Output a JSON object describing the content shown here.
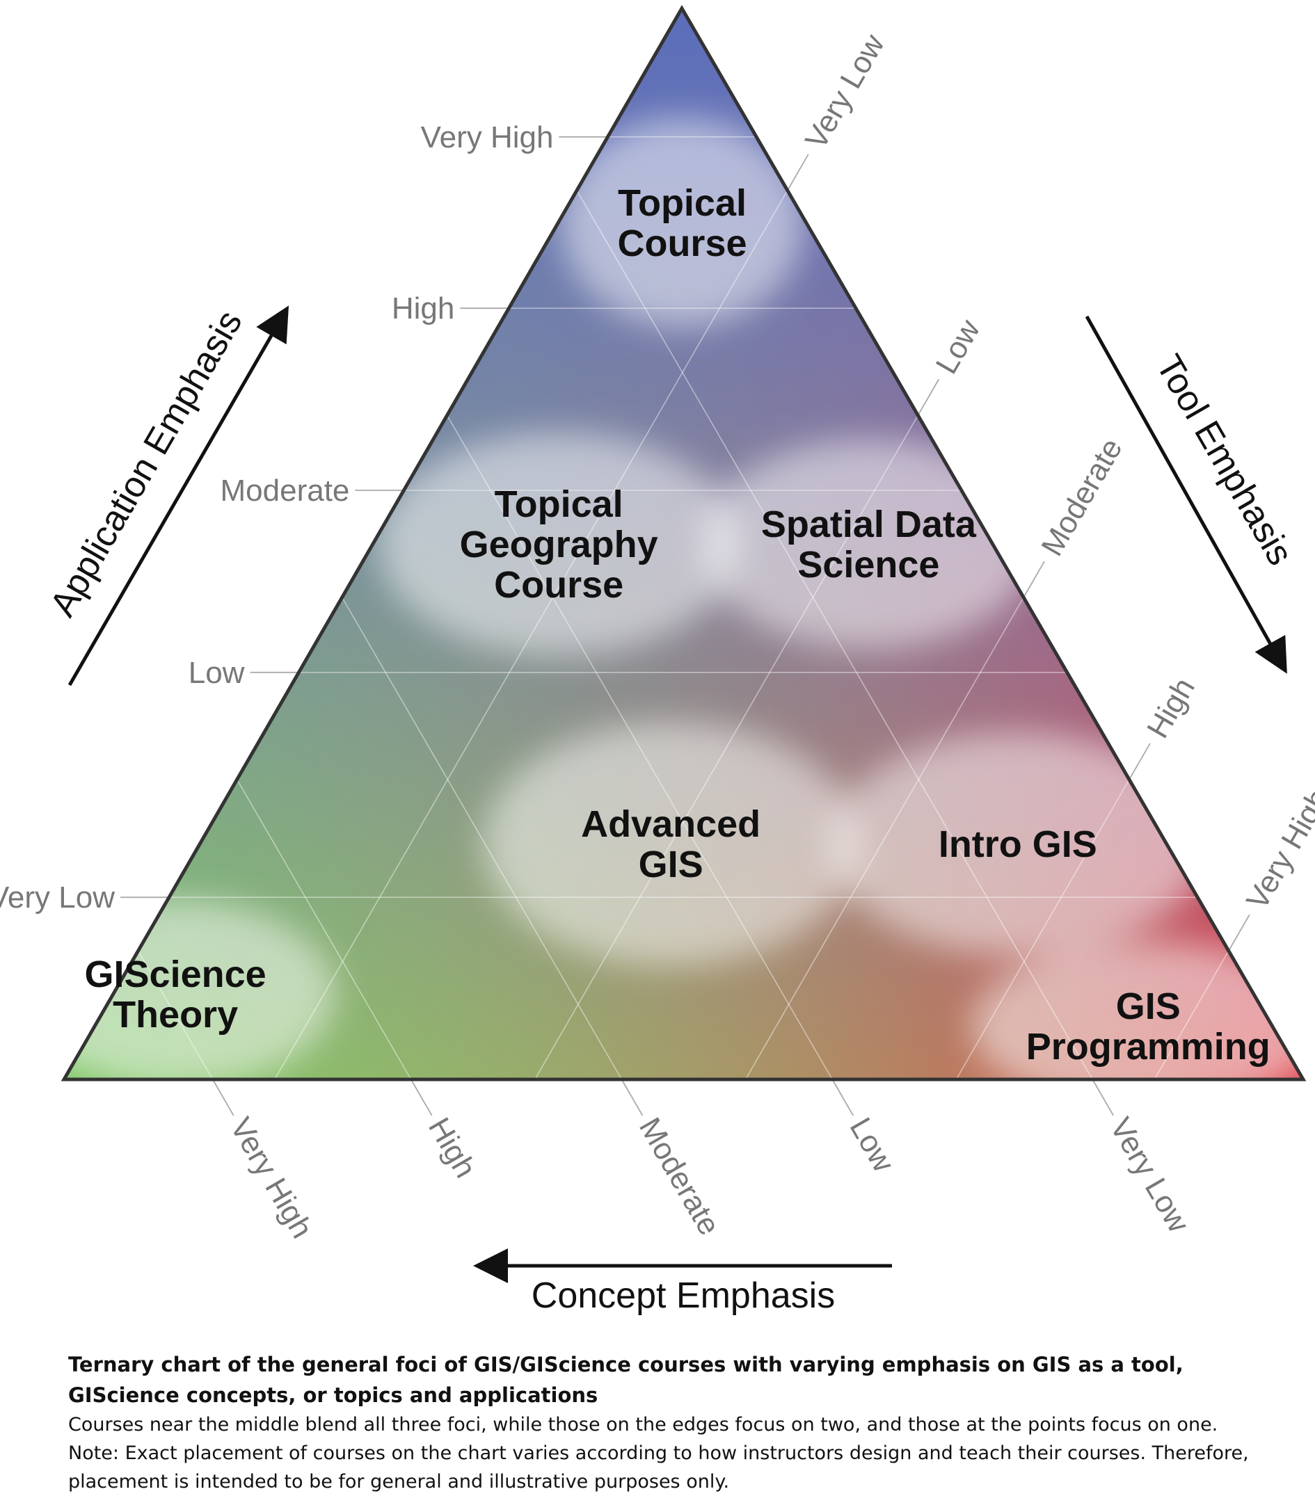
{
  "chart_data": {
    "type": "ternary",
    "title": "",
    "axes": {
      "application": {
        "label": "Application Emphasis",
        "ticks": [
          "Very High",
          "High",
          "Moderate",
          "Low",
          "Very Low"
        ]
      },
      "tool": {
        "label": "Tool Emphasis",
        "ticks": [
          "Very Low",
          "Low",
          "Moderate",
          "High",
          "Very High"
        ]
      },
      "concept": {
        "label": "Concept Emphasis",
        "ticks": [
          "Very High",
          "High",
          "Moderate",
          "Low",
          "Very Low"
        ]
      }
    },
    "corner_colors": {
      "application": "#5b6dbb",
      "tool": "#dd4048",
      "concept": "#7fc766"
    },
    "grid": true,
    "courses": [
      {
        "name": "Topical Course",
        "lines": [
          "Topical",
          "Course"
        ],
        "application": 0.8,
        "tool": 0.1,
        "concept": 0.1
      },
      {
        "name": "Topical Geography Course",
        "lines": [
          "Topical",
          "Geography",
          "Course"
        ],
        "application": 0.5,
        "tool": 0.15,
        "concept": 0.35
      },
      {
        "name": "Spatial Data Science",
        "lines": [
          "Spatial Data",
          "Science"
        ],
        "application": 0.5,
        "tool": 0.4,
        "concept": 0.1
      },
      {
        "name": "Advanced GIS",
        "lines": [
          "Advanced",
          "GIS"
        ],
        "application": 0.22,
        "tool": 0.38,
        "concept": 0.4
      },
      {
        "name": "Intro GIS",
        "lines": [
          "Intro GIS"
        ],
        "application": 0.22,
        "tool": 0.66,
        "concept": 0.12
      },
      {
        "name": "GIScience Theory",
        "lines": [
          "GIScience",
          "Theory"
        ],
        "application": 0.08,
        "tool": 0.05,
        "concept": 0.87
      },
      {
        "name": "GIS Programming",
        "lines": [
          "GIS",
          "Programming"
        ],
        "application": 0.05,
        "tool": 0.85,
        "concept": 0.1
      }
    ]
  },
  "caption": {
    "title": "Ternary chart of the general foci of GIS/GIScience courses with varying emphasis on GIS as a tool, GIScience concepts, or topics and applications",
    "body": "Courses near the middle blend all three foci, while those on the edges focus on two, and those at the points focus on one. Note: Exact placement of courses on the chart varies according to how instructors design and teach their courses. Therefore, placement is intended to be for general and illustrative purposes only."
  }
}
